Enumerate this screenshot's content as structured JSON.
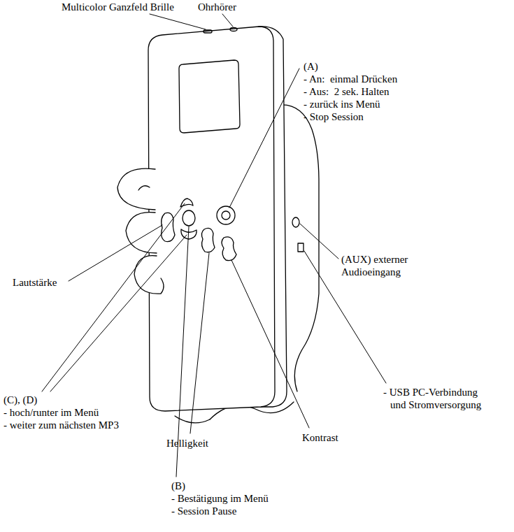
{
  "diagram": {
    "labels": [
      "Multicolor Ganzfeld Brille",
      "Ohrhörer",
      "(A)",
      "- An:  einmal Drücken",
      "- Aus:  2 sek. Halten",
      "- zurück ins Menü",
      "- Stop Session",
      "Lautstärke",
      "(AUX) externer Audioeingang",
      "(C), (D)",
      "- hoch/runter im Menü",
      "- weiter zum nächsten MP3",
      "Helligkeit",
      "(B)",
      "- Bestätigung im Menü",
      "- Session Pause",
      "Kontrast",
      "- USB PC-Verbindung und Stromversorgung"
    ]
  }
}
